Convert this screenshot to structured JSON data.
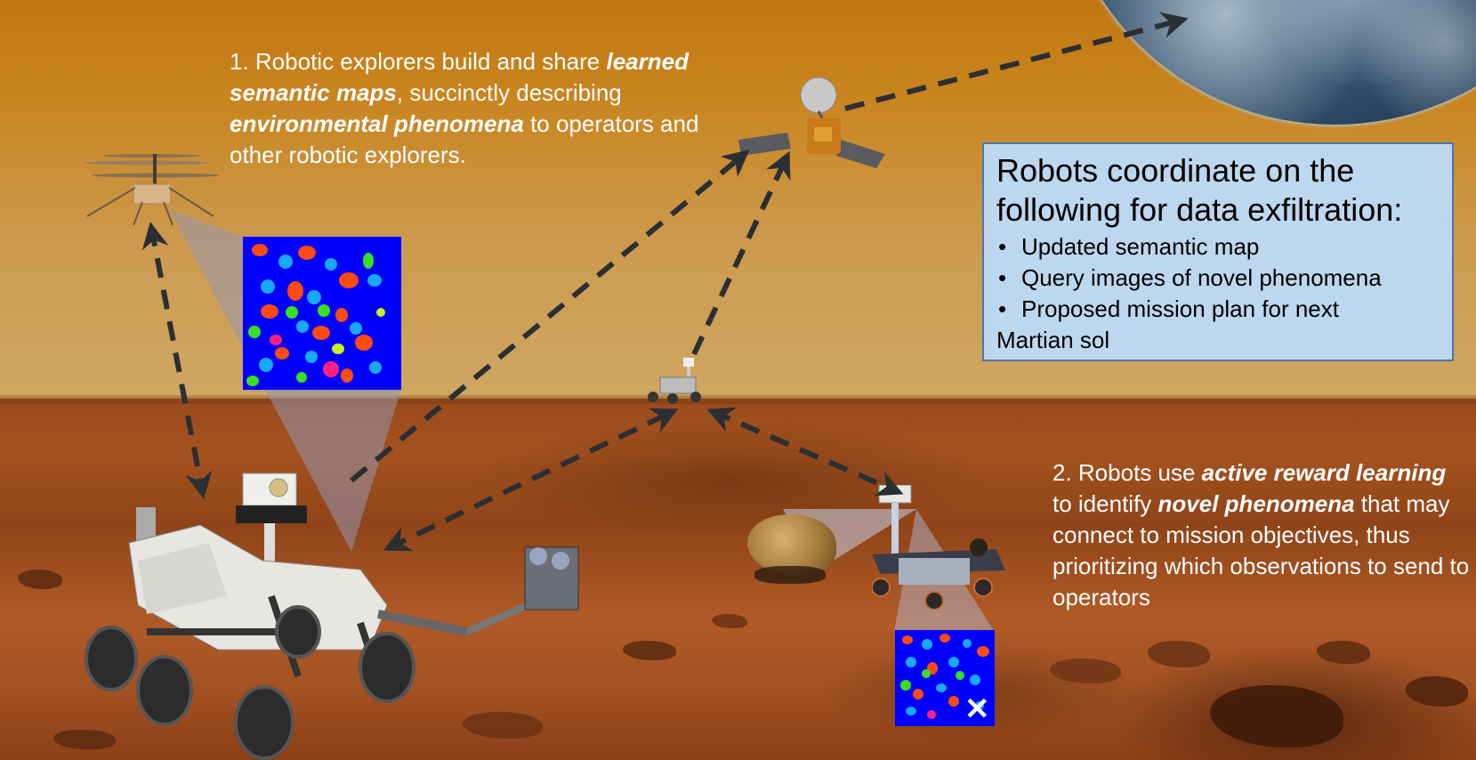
{
  "text1": {
    "prefix": "1. Robotic explorers build and share ",
    "emph1": "learned semantic maps",
    "mid": ", succinctly describing ",
    "emph2": "environmental phenomena",
    "suffix": " to operators and other robotic explorers."
  },
  "text2": {
    "prefix": "2. Robots use ",
    "emph1": "active reward learning",
    "mid": " to identify ",
    "emph2": "novel phenomena",
    "suffix": " that may connect to mission objectives, thus prioritizing which observations to send to operators"
  },
  "info_box": {
    "title": "Robots coordinate on the following for data exfiltration:",
    "items": [
      "Updated semantic map",
      "Query images of novel phenomena",
      "Proposed mission plan for next"
    ],
    "tail": "Martian sol"
  },
  "semantic_map_overlay": {
    "close_glyph": "✕"
  },
  "colors": {
    "sky_top": "#c27710",
    "sky_bottom": "#cfa763",
    "ground": "#a4521f",
    "info_box_fill": "#bdd7ee",
    "info_box_border": "#4a78b0",
    "arrow": "#2b2f33",
    "semantic_map_bg": "#0000ff",
    "semantic_map_cyan": "#19a8ff",
    "semantic_map_red": "#ff4a10",
    "semantic_map_green": "#38e020"
  },
  "robots": [
    "ingenuity-helicopter",
    "mars-reconnaissance-orbiter",
    "curiosity-rover",
    "perseverance-rover",
    "opportunity-rover"
  ],
  "targets": [
    "earth",
    "rock-sample"
  ]
}
